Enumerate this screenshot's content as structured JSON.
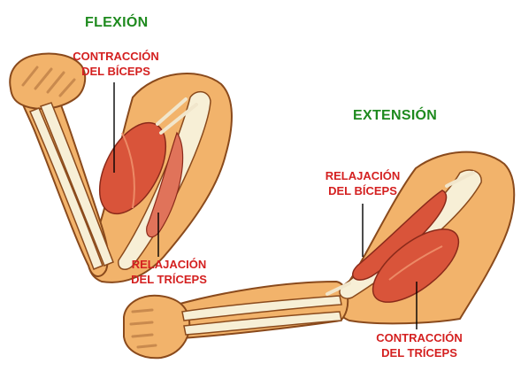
{
  "flexion": {
    "title": "FLEXIÓN",
    "biceps_label": {
      "line1": "CONTRACCIÓN",
      "line2": "DEL BÍCEPS"
    },
    "triceps_label": {
      "line1": "RELAJACIÓN",
      "line2": "DEL TRÍCEPS"
    }
  },
  "extension": {
    "title": "EXTENSIÓN",
    "biceps_label": {
      "line1": "RELAJACIÓN",
      "line2": "DEL BÍCEPS"
    },
    "triceps_label": {
      "line1": "CONTRACCIÓN",
      "line2": "DEL TRÍCEPS"
    }
  },
  "colors": {
    "title_green": "#1e8a1e",
    "label_red": "#d42020",
    "skin": "#f2b36b",
    "skin_shade": "#e39a4c",
    "outline": "#8a4a1c",
    "bone": "#f7efd6",
    "muscle": "#d9543a",
    "muscle_light": "#ec8a66",
    "tendon": "#f1e6cc"
  }
}
